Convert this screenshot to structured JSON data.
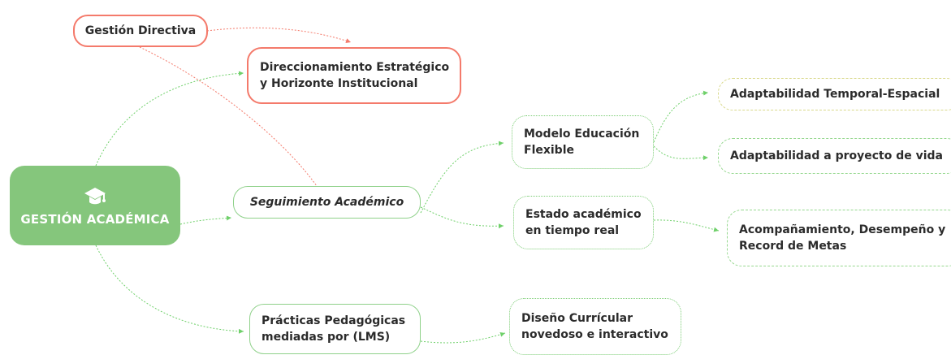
{
  "root": {
    "label": "GESTIÓN ACADÉMICA",
    "icon": "graduation-cap-icon"
  },
  "nodes": {
    "gestion_directiva": "Gestión Directiva",
    "direccionamiento": [
      "Direccionamiento Estratégico",
      "y Horizonte Institucional"
    ],
    "seguimiento": "Seguimiento Académico",
    "practicas": [
      "Prácticas Pedagógicas",
      "mediadas por (LMS)"
    ],
    "modelo": [
      "Modelo Educación",
      "Flexible"
    ],
    "estado": [
      "Estado académico",
      "en tiempo real"
    ],
    "diseno": [
      "Diseño Currícular",
      "novedoso e interactivo"
    ],
    "adapt_temporal": "Adaptabilidad Temporal-Espacial",
    "adapt_proyecto": "Adaptabilidad a proyecto de vida",
    "acompanamiento": [
      "Acompañamiento, Desempeño y",
      "Record de Metas"
    ]
  },
  "colors": {
    "root": "#85c67c",
    "green_link": "#6fd06a",
    "red_link": "#f47a6b",
    "red_border": "#f47a6b"
  }
}
